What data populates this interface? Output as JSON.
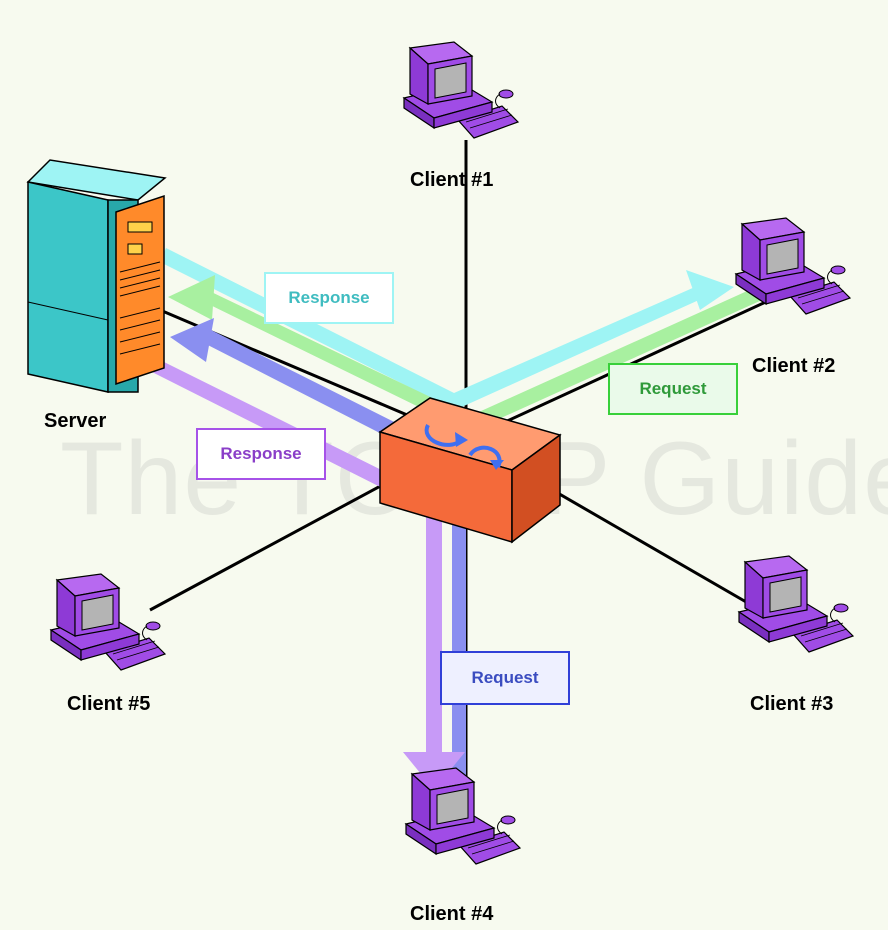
{
  "watermark": "The TCP/IP Guide",
  "nodes": {
    "server": "Server",
    "client1": "Client #1",
    "client2": "Client #2",
    "client3": "Client #3",
    "client4": "Client #4",
    "client5": "Client #5"
  },
  "messages": {
    "response_cyan": "Response",
    "request_green": "Request",
    "response_purple": "Response",
    "request_blue": "Request"
  },
  "colors": {
    "background": "#f7faef",
    "cable": "#000000",
    "computer": "#a04ce6",
    "switch": "#f46a3a",
    "server_cabinet": "#3cc6c8",
    "server_front": "#ff8a2a",
    "arrow_cyan": "#9ef4f4",
    "arrow_green": "#a8f0a0",
    "arrow_purple": "#c79af7",
    "arrow_blue": "#8a8ff0",
    "text_cyan": "#3fbcc0",
    "text_green": "#2f9a3a",
    "text_purple": "#8a3ec8",
    "text_blue": "#3a4cc0"
  },
  "icons": [
    "server-icon",
    "switch-icon",
    "computer-icon"
  ]
}
